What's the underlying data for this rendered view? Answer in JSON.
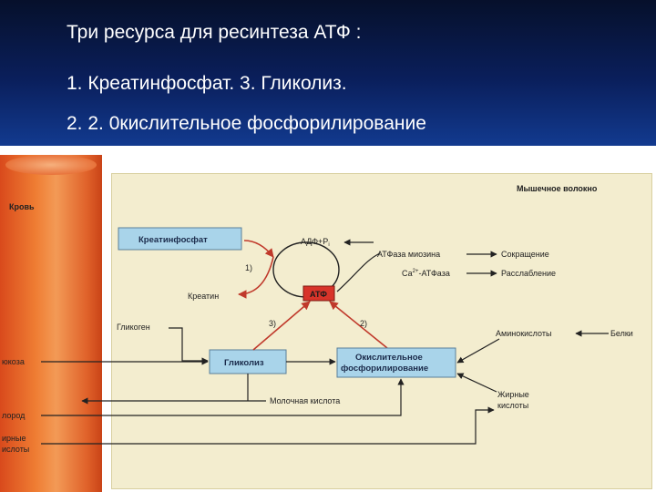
{
  "slide": {
    "line1": "Три ресурса для ресинтеза АТФ :",
    "line2": "1. Креатинфосфат. 3. Гликолиз.",
    "line3": "2. 2. 0кислительное фосфорилирование"
  },
  "diagram": {
    "panel_title": "Мышечное волокно",
    "blood": "Кровь",
    "creatine_phosphate": "Креатинфосфат",
    "adp": "АДФ+Р",
    "adp_sub": "i",
    "atp": "АТФ",
    "atpase_myosin": "АТФаза миозина",
    "contraction": "Сокращение",
    "ca_atpase": "Са",
    "ca_sup": "2+",
    "ca_atpase_rest": "-АТФаза",
    "relaxation": "Расслабление",
    "creatine": "Креатин",
    "step1": "1)",
    "step2": "2)",
    "step3": "3)",
    "glycogen": "Гликоген",
    "glycolysis": "Гликолиз",
    "oxphos_line1": "Окислительное",
    "oxphos_line2": "фосфорилирование",
    "amino_acids": "Аминокислоты",
    "proteins": "Белки",
    "glucose": "юкоза",
    "lactic_acid": "Молочная кислота",
    "fatty_acids_line1": "Жирные",
    "fatty_acids_line2": "кислоты",
    "oxygen": "лород",
    "blood_fatty_line1": "ирные",
    "blood_fatty_line2": "ислоты"
  },
  "colors": {
    "header": "#0a1f5c",
    "box_fill": "#a9d4ea",
    "atp_fill": "#d8342a",
    "arrow_red": "#c0392b",
    "panel": "#f3edcf"
  }
}
